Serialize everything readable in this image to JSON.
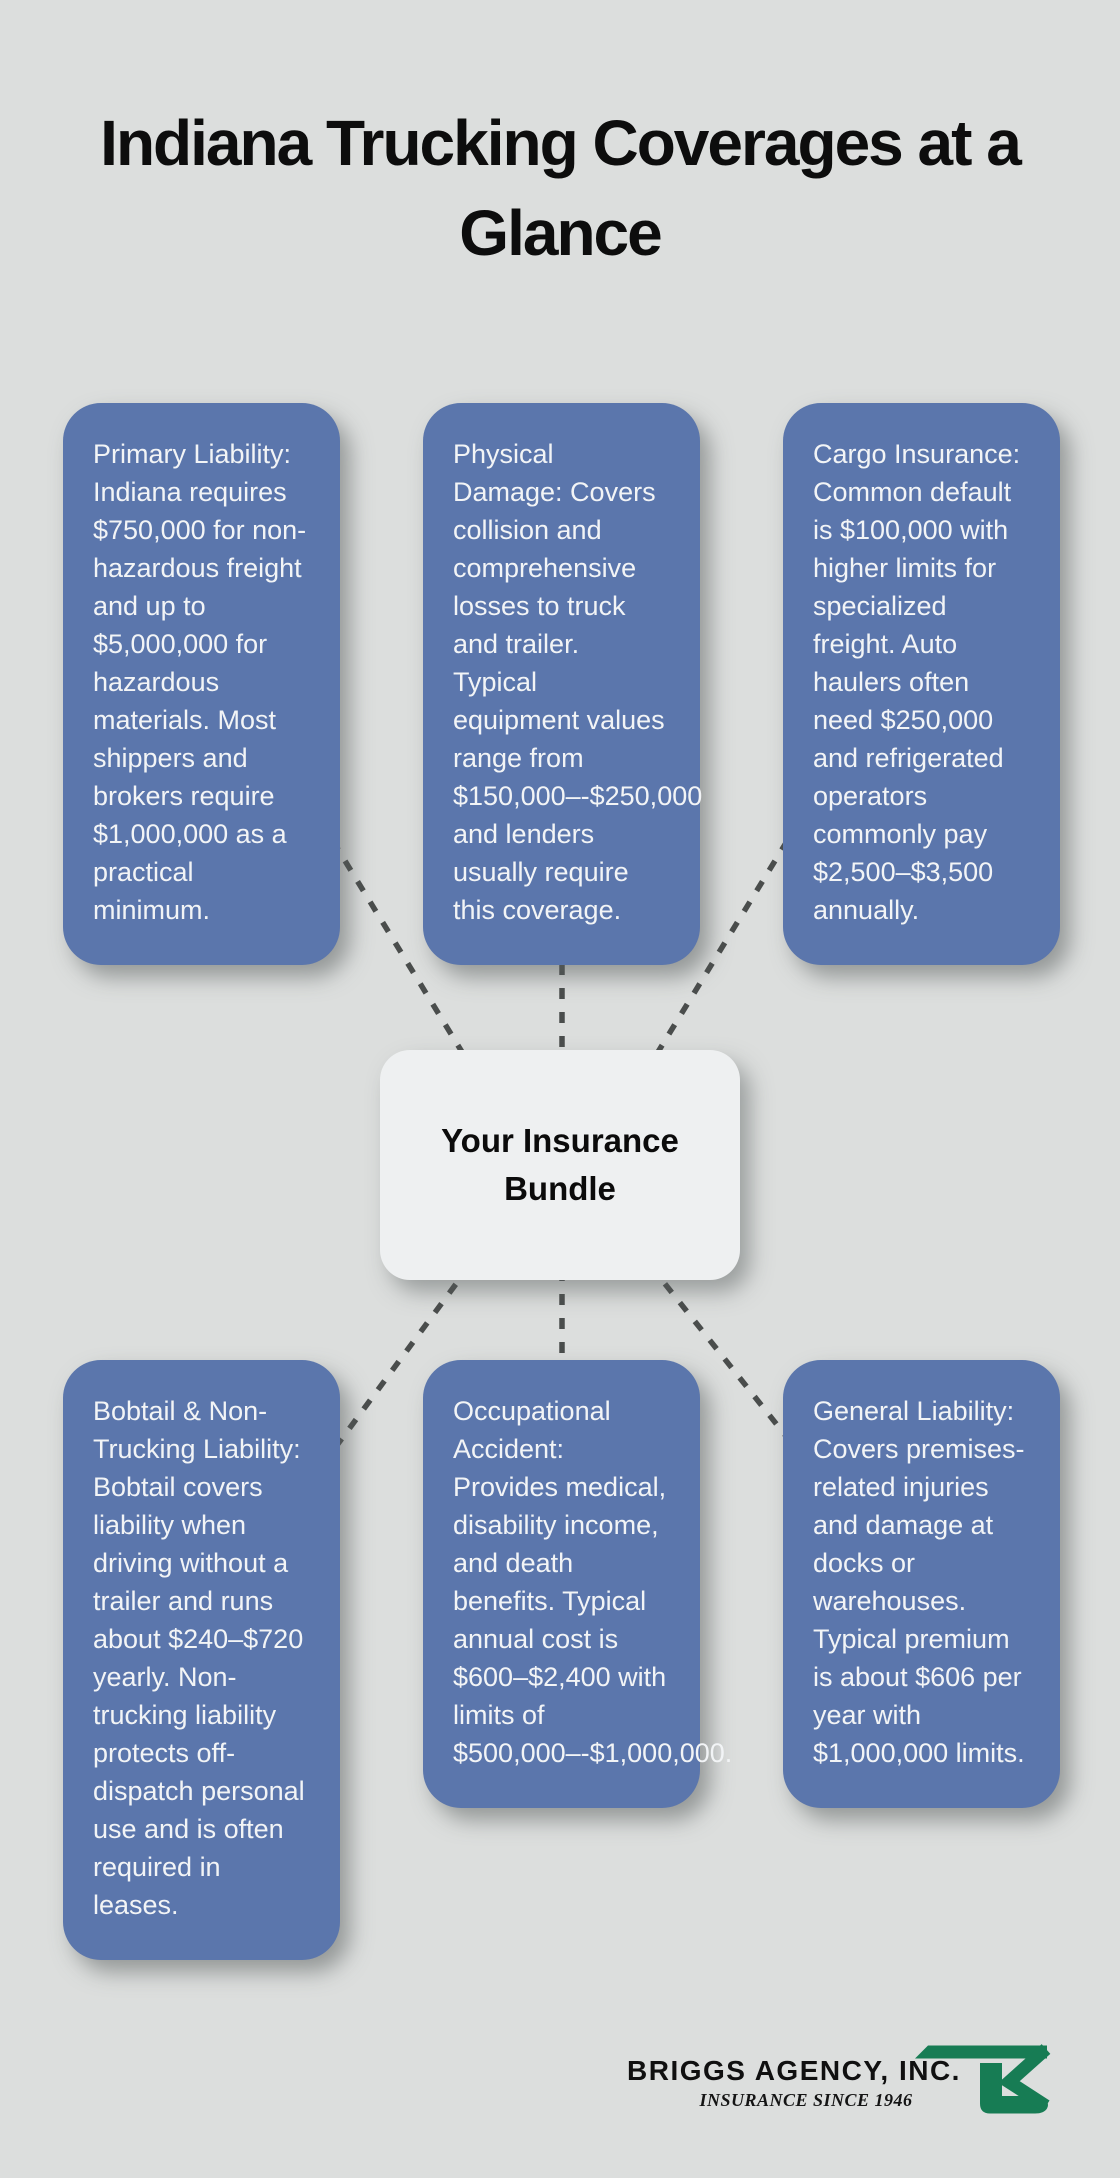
{
  "title": "Indiana Trucking Coverages at a Glance",
  "center": {
    "label": "Your Insurance Bundle"
  },
  "cards": [
    {
      "id": "primary-liability",
      "text": "Primary Liability: Indiana requires $750,000 for non-hazardous freight and up to $5,000,000 for hazardous materials. Most shippers and brokers require $1,000,000 as a practical minimum."
    },
    {
      "id": "physical-damage",
      "text": "Physical Damage: Covers collision and comprehensive losses to truck and trailer. Typical equipment values range from $150,000–-$250,000 and lenders usually require this coverage."
    },
    {
      "id": "cargo-insurance",
      "text": "Cargo Insurance: Common default is $100,000 with higher limits for specialized freight. Auto haulers often need $250,000 and refrigerated operators commonly pay $2,500–$3,500 annually."
    },
    {
      "id": "bobtail-non-trucking-liability",
      "text": "Bobtail & Non-Trucking Liability: Bobtail covers liability when driving without a trailer and runs about $240–$720 yearly. Non-trucking liability protects off-dispatch personal use and is often required in leases."
    },
    {
      "id": "occupational-accident",
      "text": "Occupational Accident: Provides medical, disability income, and death benefits. Typical annual cost is $600–$2,400 with limits of $500,000–-$1,000,000."
    },
    {
      "id": "general-liability",
      "text": "General Liability: Covers premises-related injuries and damage at docks or warehouses. Typical premium is about $606 per year with $1,000,000 limits."
    }
  ],
  "footer": {
    "brand": "BRIGGS AGENCY, INC.",
    "tagline": "INSURANCE SINCE 1946"
  },
  "colors": {
    "background": "#dcdedd",
    "card_blue": "#5b76ac",
    "card_text": "#f2f4f6",
    "center_bg": "#eef0f1",
    "connector_gray": "#4a4d4c",
    "logo_green": "#177c54",
    "text_dark": "#0d0d0d"
  }
}
